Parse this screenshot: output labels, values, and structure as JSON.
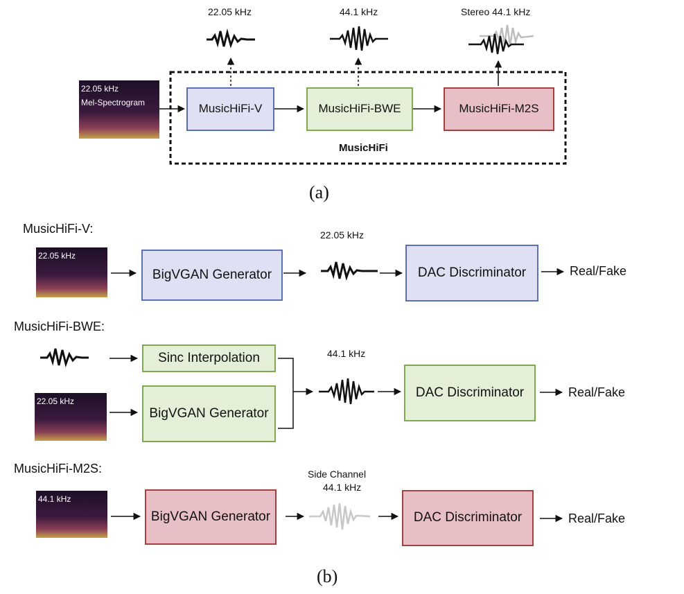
{
  "part_a": {
    "caption": "(a)",
    "input_rate": "22.05 kHz",
    "input_label": "Mel-Spectrogram",
    "stage_v": "MusicHiFi-V",
    "stage_bwe": "MusicHiFi-BWE",
    "stage_m2s": "MusicHiFi-M2S",
    "system_label": "MusicHiFi",
    "out_v": "22.05 kHz",
    "out_bwe": "44.1 kHz",
    "out_m2s": "Stereo 44.1 kHz"
  },
  "part_b": {
    "caption": "(b)",
    "v": {
      "title": "MusicHiFi-V:",
      "spec_rate": "22.05 kHz",
      "generator": "BigVGAN Generator",
      "wave_rate": "22.05 kHz",
      "discriminator": "DAC Discriminator",
      "output": "Real/Fake"
    },
    "bwe": {
      "title": "MusicHiFi-BWE:",
      "sinc": "Sinc Interpolation",
      "spec_rate": "22.05 kHz",
      "generator": "BigVGAN Generator",
      "wave_rate": "44.1 kHz",
      "discriminator": "DAC Discriminator",
      "output": "Real/Fake"
    },
    "m2s": {
      "title": "MusicHiFi-M2S:",
      "spec_rate": "44.1 kHz",
      "generator": "BigVGAN Generator",
      "wave_label": "Side Channel",
      "wave_rate": "44.1 kHz",
      "discriminator": "DAC Discriminator",
      "output": "Real/Fake"
    }
  },
  "colors": {
    "v_fill": "#dfe0f3",
    "v_border": "#5a70b4",
    "bwe_fill": "#e3efd6",
    "bwe_border": "#7ea950",
    "m2s_fill": "#e8bfc4",
    "m2s_border": "#a4403f"
  }
}
